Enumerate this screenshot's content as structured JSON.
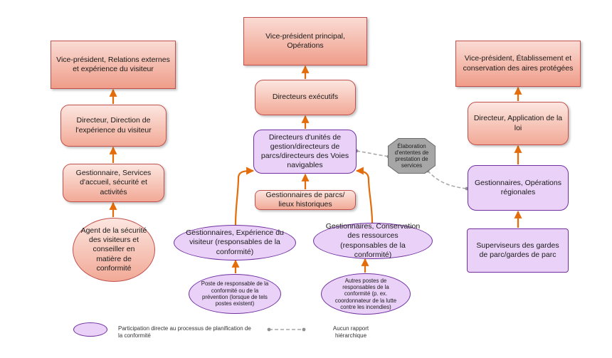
{
  "left": {
    "vp": "Vice-président, Relations externes et expérience du visiteur",
    "director": "Directeur, Direction de l'expérience du visiteur",
    "manager": "Gestionnaire, Services d'accueil, sécurité et activités",
    "agent": "Agent de la sécurité des visiteurs et conseiller en matière de conformité"
  },
  "center": {
    "svp": "Vice-président principal, Opérations",
    "exec": "Directeurs exécutifs",
    "field_unit": "Directeurs d'unités de gestion/directeurs de parcs/directeurs des Voies navigables",
    "park_managers": "Gestionnaires de parcs/ lieux historiques",
    "visitor_exp_mgr": "Gestionnaires, Expérience du visiteur (responsables de la conformité)",
    "resource_cons_mgr": "Gestionnaires, Conservation des ressources (responsables de la conformité)",
    "compliance_post": "Poste de responsable de la conformité ou de la prévention (lorsque de tels postes existent)",
    "other_posts": "Autres postes de responsables de la conformité (p. ex. coordonnateur de la lutte contre les incendies)"
  },
  "right": {
    "vp": "Vice-président, Établissement et conservation des aires protégées",
    "director": "Directeur, Application de la loi",
    "regional_ops": "Gestionnaires, Opérations régionales",
    "supervisors": "Superviseurs des gardes de parc/gardes de parc"
  },
  "octagon": "Élaboration d'ententes de prestation de services",
  "legend": {
    "participation": "Participation directe au processus de planification de la conformité",
    "no_report": "Aucun rapport hiérarchique"
  },
  "colors": {
    "orange_border": "#c0504d",
    "arrow": "#e46c0a",
    "purple_border": "#7030a0",
    "purple_fill": "#ead1f7",
    "dashed_line": "#a6a6a6"
  }
}
